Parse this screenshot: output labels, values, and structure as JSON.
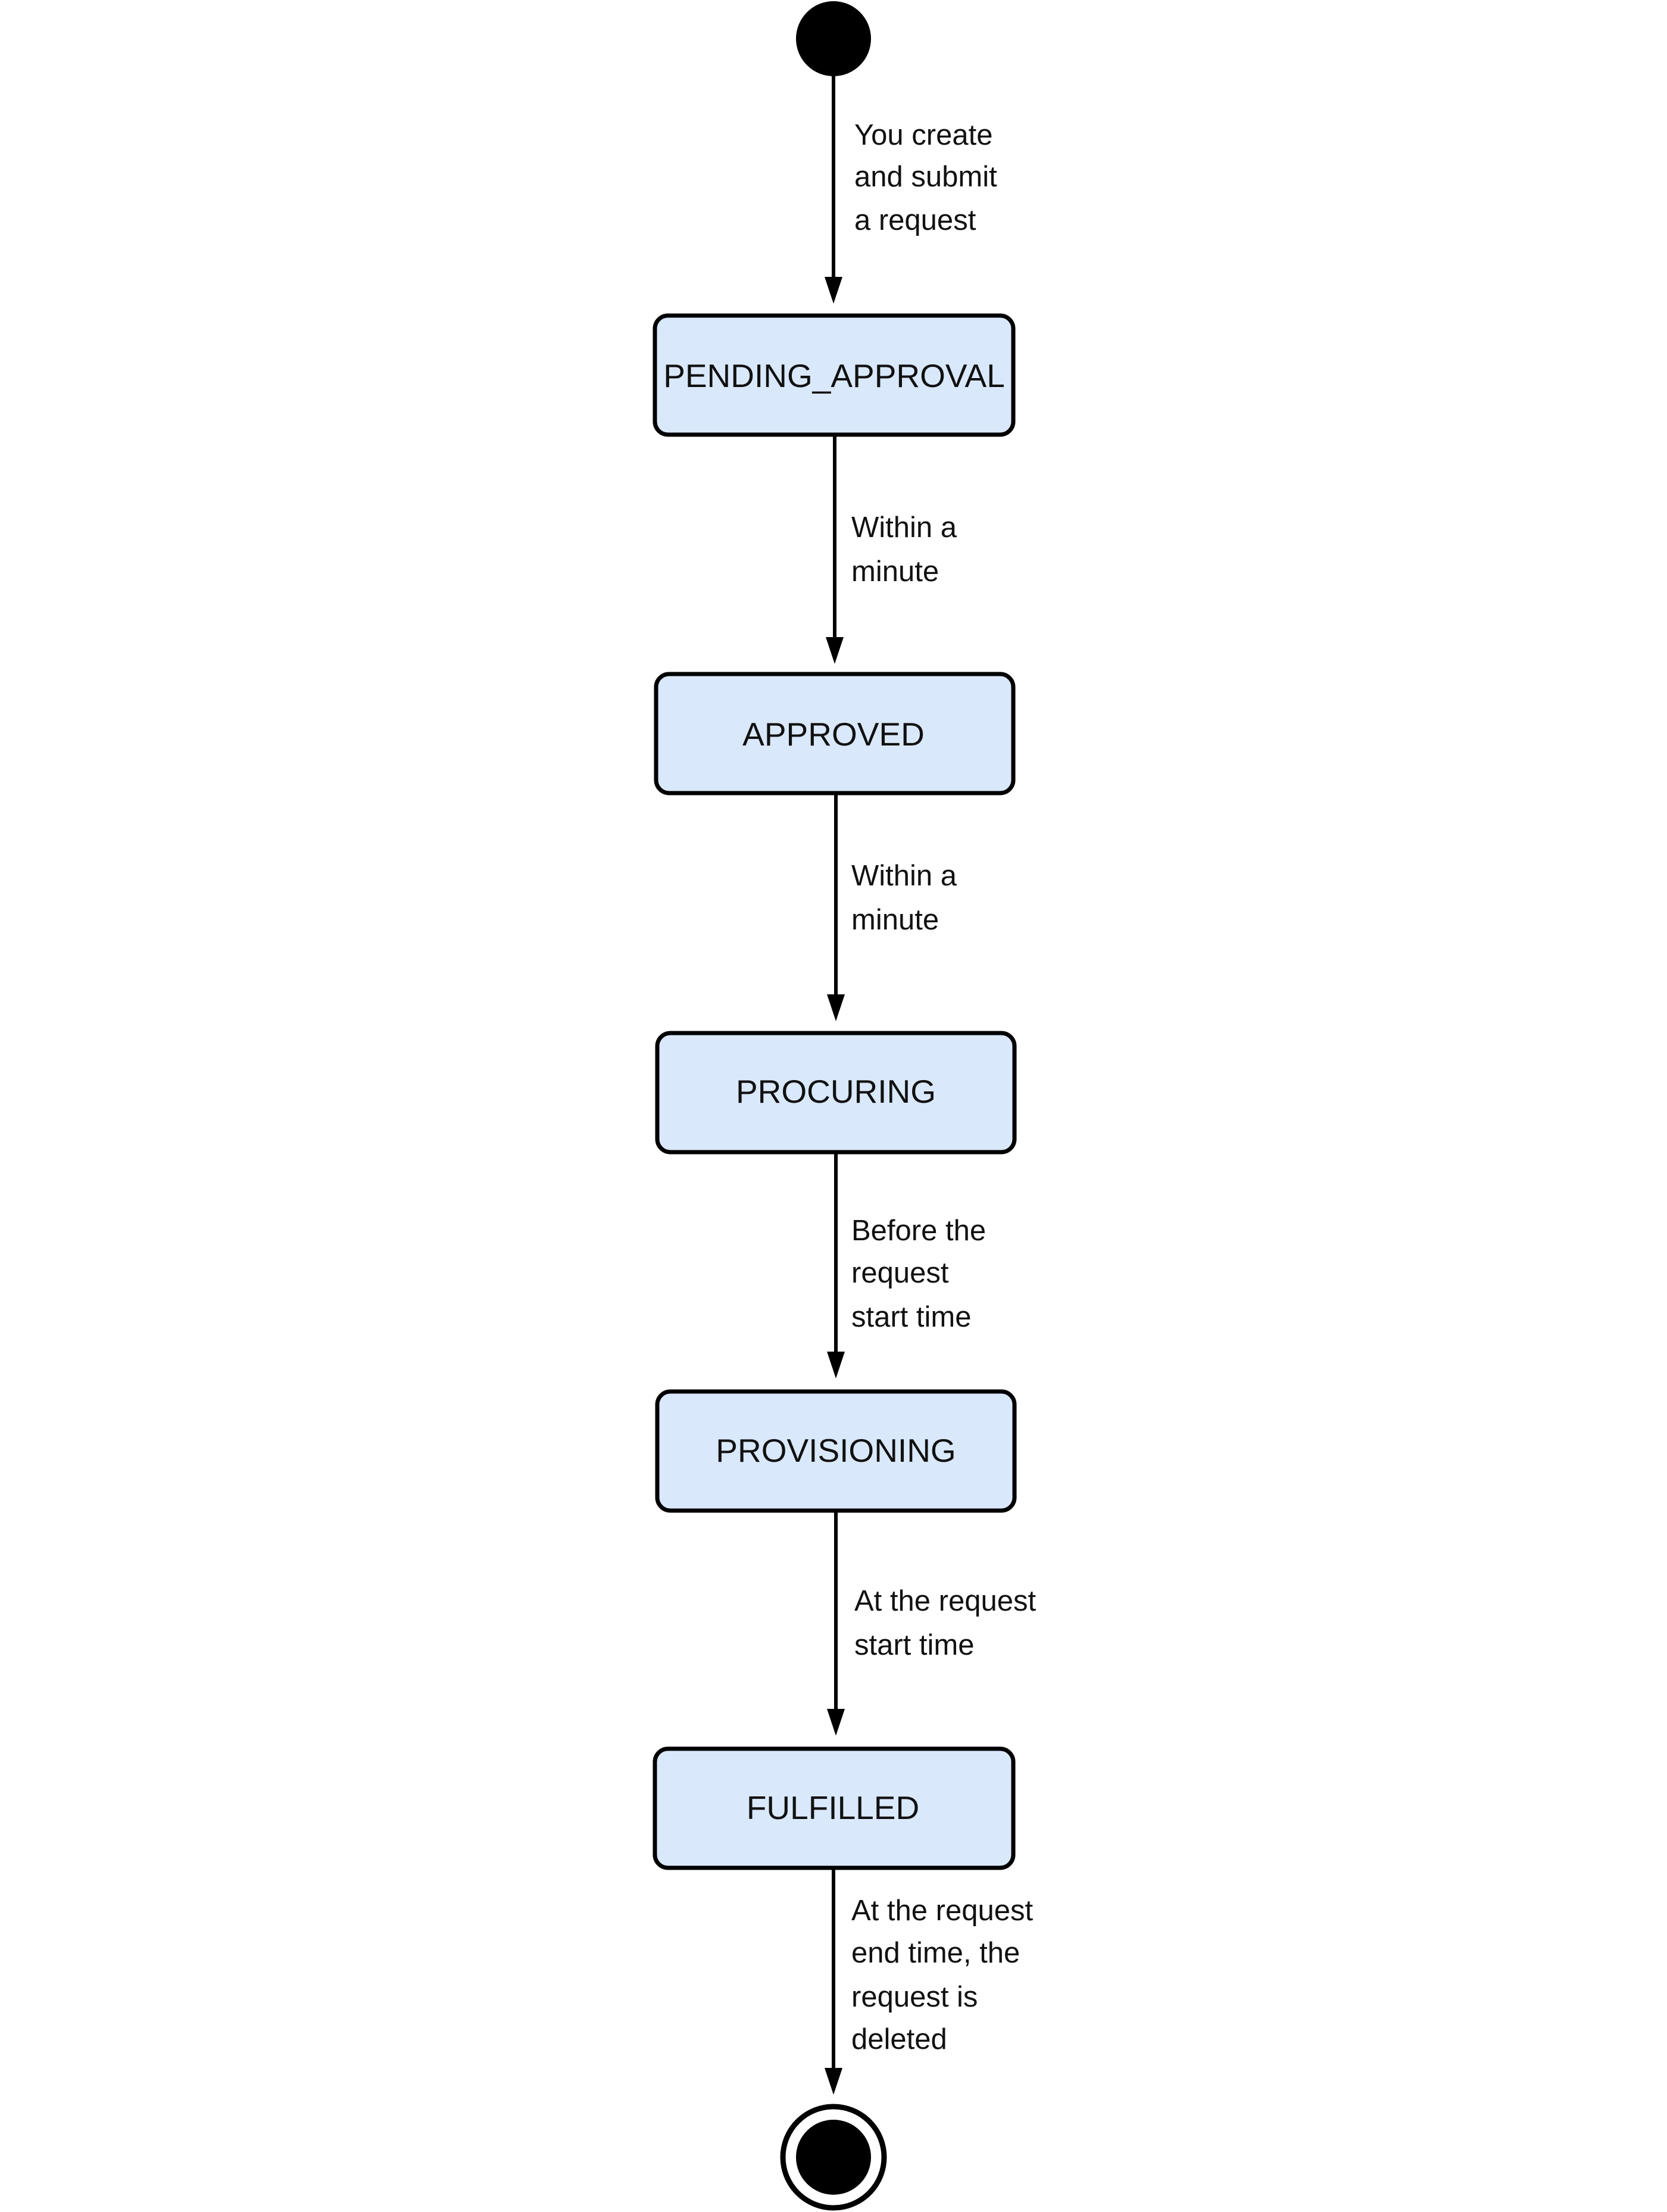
{
  "diagram": {
    "type": "state-machine",
    "colors": {
      "state_fill": "#dae8fb",
      "stroke": "#000000",
      "text": "#111111"
    },
    "start_node": "initial-state-icon",
    "end_node": "final-state-icon",
    "states": [
      {
        "id": "pending",
        "label": "PENDING_APPROVAL"
      },
      {
        "id": "approved",
        "label": "APPROVED"
      },
      {
        "id": "procuring",
        "label": "PROCURING"
      },
      {
        "id": "provisioning",
        "label": "PROVISIONING"
      },
      {
        "id": "fulfilled",
        "label": "FULFILLED"
      }
    ],
    "transitions": [
      {
        "from": "start",
        "to": "pending",
        "lines": [
          "You create",
          "and submit",
          "a request"
        ]
      },
      {
        "from": "pending",
        "to": "approved",
        "lines": [
          "Within a",
          "minute"
        ]
      },
      {
        "from": "approved",
        "to": "procuring",
        "lines": [
          "Within a",
          "minute"
        ]
      },
      {
        "from": "procuring",
        "to": "provisioning",
        "lines": [
          "Before the",
          "request",
          "start time"
        ]
      },
      {
        "from": "provisioning",
        "to": "fulfilled",
        "lines": [
          "At the request",
          "start time"
        ]
      },
      {
        "from": "fulfilled",
        "to": "end",
        "lines": [
          "At the request",
          "end time, the",
          "request is",
          "deleted"
        ]
      }
    ]
  }
}
